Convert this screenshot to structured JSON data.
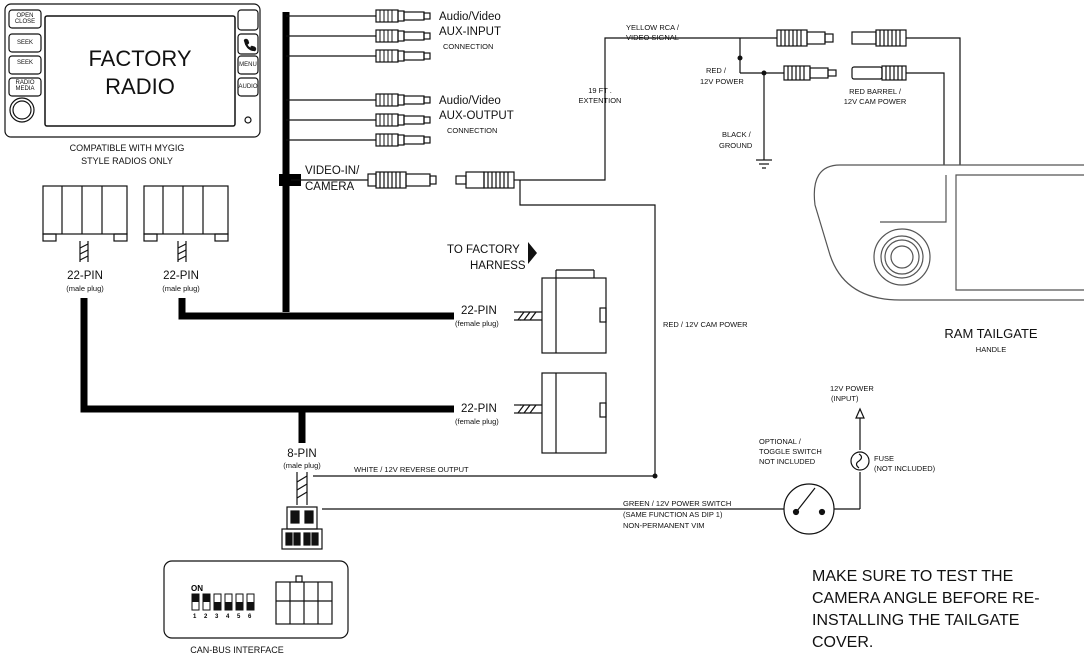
{
  "radio": {
    "title_line1": "FACTORY",
    "title_line2": "RADIO",
    "left_buttons": [
      "OPEN CLOSE",
      "SEEK",
      "SEEK",
      "RADIO MEDIA"
    ],
    "right_buttons": [
      "MENU",
      "AUDIO"
    ],
    "compat_line1": "COMPATIBLE WITH MYGIG",
    "compat_line2": "STYLE RADIOS ONLY"
  },
  "aux_input": {
    "line1": "Audio/Video",
    "line2": "AUX-INPUT",
    "line3": "CONNECTION"
  },
  "aux_output": {
    "line1": "Audio/Video",
    "line2": "AUX-OUTPUT",
    "line3": "CONNECTION"
  },
  "video_in": {
    "line1": "VIDEO-IN/",
    "line2": "CAMERA"
  },
  "extension": {
    "line1": "19 FT .",
    "line2": "EXTENTION"
  },
  "camera_wires": {
    "yellow_line1": "YELLOW RCA /",
    "yellow_line2": "VIDEO SIGNAL",
    "red_line1": "RED  /",
    "red_line2": "12V POWER",
    "black_line1": "BLACK /",
    "black_line2": "GROUND",
    "barrel_line1": "RED BARREL /",
    "barrel_line2": "12V CAM POWER"
  },
  "tailgate": {
    "title": "RAM TAILGATE",
    "subtitle": "HANDLE"
  },
  "factory_harness": {
    "line1": "TO FACTORY",
    "line2": "HARNESS"
  },
  "radio_plugs": [
    {
      "pins": "22-PIN",
      "type": "(male plug)"
    },
    {
      "pins": "22-PIN",
      "type": "(male plug)"
    }
  ],
  "harness_plugs": [
    {
      "pins": "22-PIN",
      "type": "(female plug)"
    },
    {
      "pins": "22-PIN",
      "type": "(female plug)"
    }
  ],
  "module_plug": {
    "pins": "8-PIN",
    "type": "(male plug)"
  },
  "wires": {
    "red_cam_power": "RED / 12V CAM POWER",
    "white_reverse": "WHITE  / 12V REVERSE OUTPUT",
    "green_line1": "GREEN  / 12V POWER SWITCH",
    "green_line2": "(SAME FUNCTION AS DIP 1)",
    "green_line3": "NON-PERMANENT VIM"
  },
  "power_input": {
    "line1": "12V POWER",
    "line2": "(INPUT)"
  },
  "fuse": {
    "line1": "FUSE",
    "line2": "(NOT INCLUDED)"
  },
  "toggle": {
    "line1": "OPTIONAL  /",
    "line2": "TOGGLE SWITCH",
    "line3": "NOT INCLUDED"
  },
  "interface": {
    "label": "CAN-BUS INTERFACE",
    "dip_on": "ON",
    "dip_numbers": [
      "1",
      "2",
      "3",
      "4",
      "5",
      "6"
    ],
    "dip_states": [
      true,
      true,
      false,
      false,
      false,
      false
    ]
  },
  "note": "MAKE SURE TO TEST THE CAMERA ANGLE BEFORE RE-INSTALLING THE TAILGATE COVER."
}
